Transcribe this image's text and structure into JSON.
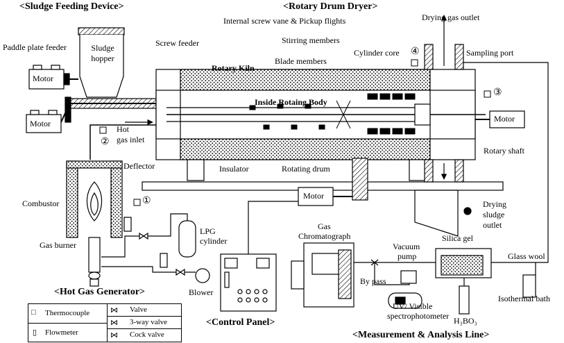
{
  "sections": {
    "sludge_feeding_device": "<Sludge  Feeding Device>",
    "rotary_drum_dryer": "<Rotary Drum Dryer>",
    "hot_gas_generator": "<Hot Gas Generator>",
    "control_panel": "<Control Panel>",
    "measurement_line": "<Measurement & Analysis Line>"
  },
  "labels": {
    "paddle_plate_feeder": "Paddle plate feeder",
    "sludge": "Sludge",
    "hopper": "hopper",
    "motor_top": "Motor",
    "motor_mid": "Motor",
    "motor_right": "Motor",
    "motor_bottom": "Motor",
    "screw_feeder": "Screw feeder",
    "internal_screw": "Internal screw vane & Pickup flights",
    "stirring_members": "Stirring members",
    "rotary_kiln": "Rotary Kiln",
    "blade_members": "Blade members",
    "cylinder_core": "Cylinder core",
    "inside_rotating_body": "Inside Rotaing Body",
    "drying_gas_outlet": "Drying gas outlet",
    "sampling_port": "Sampling port",
    "hot": "Hot",
    "gas_inlet": "gas inlet",
    "deflector": "Deflector",
    "insulator": "Insulator",
    "rotating_drum": "Rotating drum",
    "rotary_shaft": "Rotary shaft",
    "combustor": "Combustor",
    "gas_burner": "Gas burner",
    "lpg": "LPG",
    "cylinder": "cylinder",
    "blower": "Blower",
    "gas": "Gas",
    "chromatograph": "Chromatograph",
    "vacuum": "Vacuum",
    "pump": "pump",
    "silica_gel": "Silica gel",
    "glass_wool": "Glass wool",
    "drying": "Drying",
    "sludge_outlet_1": "sludge",
    "outlet": "outlet",
    "by_pass": "By pass",
    "uv_visible": "UV/ Visible",
    "spectrophotometer": "spectrophotometer",
    "h3bo3": "H₃BO₃",
    "isothermal_bath": "Isothermal bath"
  },
  "markers": {
    "m1": "①",
    "m2": "②",
    "m3": "③",
    "m4": "④"
  },
  "legend": {
    "thermocouple": "Thermocouple",
    "flowmeter": "Flowmeter",
    "valve": "Valve",
    "three_way_valve": "3-way valve",
    "cock_valve": "Cock valve"
  }
}
